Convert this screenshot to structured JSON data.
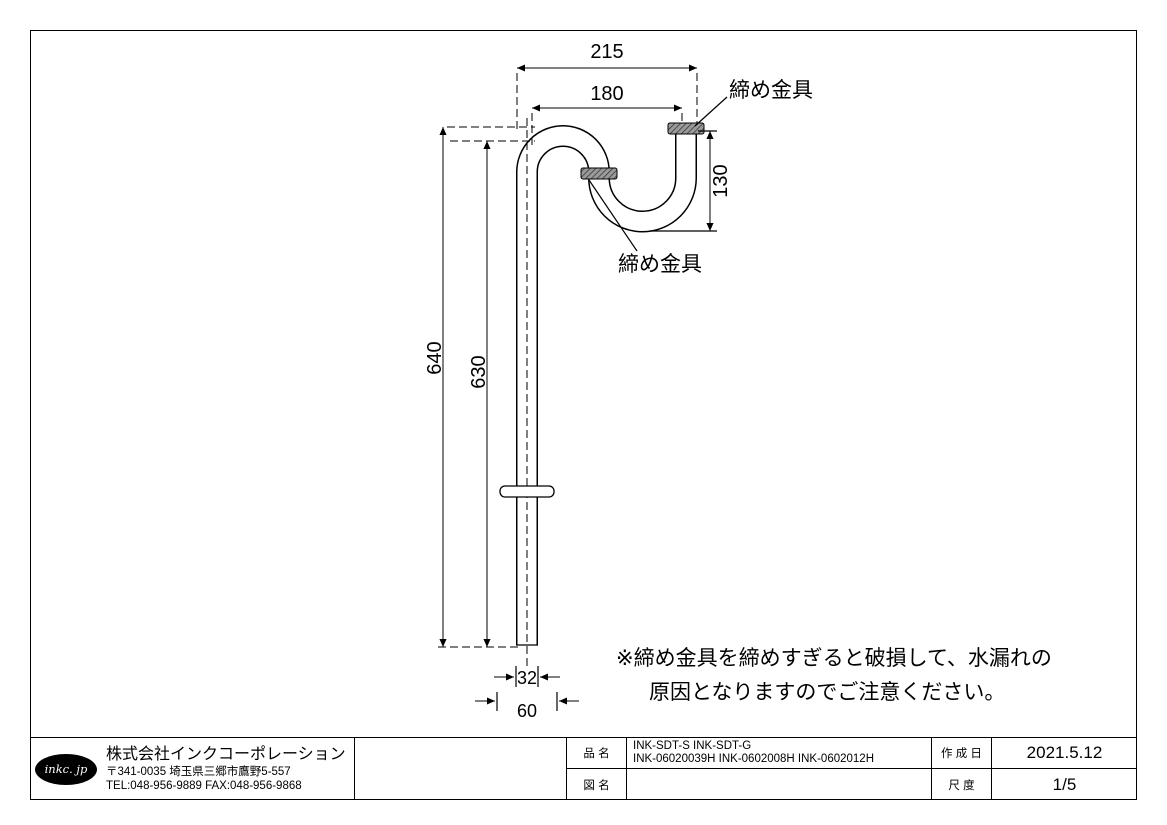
{
  "drawing": {
    "dim_width_outer": "215",
    "dim_width_inner": "180",
    "dim_trap_height": "130",
    "dim_height_outer": "640",
    "dim_height_inner": "630",
    "dim_pipe_outlet": "32",
    "dim_flange": "60",
    "fitting_label_top": "締め金具",
    "fitting_label_bottom": "締め金具",
    "note_line1": "※締め金具を締めすぎると破損して、水漏れの",
    "note_line2": "原因となりますのでご注意ください。"
  },
  "title_block": {
    "logo_text": "inkc. jp",
    "company_name": "株式会社インクコーポレーション",
    "company_address": "〒341-0035 埼玉県三郷市鷹野5-557",
    "company_tel": "TEL:048-956-9889  FAX:048-956-9868",
    "part_name_label": "品 名",
    "part_name_line1": "INK-SDT-S  INK-SDT-G",
    "part_name_line2": "INK-06020039H  INK-0602008H  INK-0602012H",
    "drawing_name_label": "図 名",
    "drawing_name_value": "",
    "created_label": "作 成 日",
    "created_value": "2021.5.12",
    "scale_label": "尺 度",
    "scale_value": "1/5"
  }
}
